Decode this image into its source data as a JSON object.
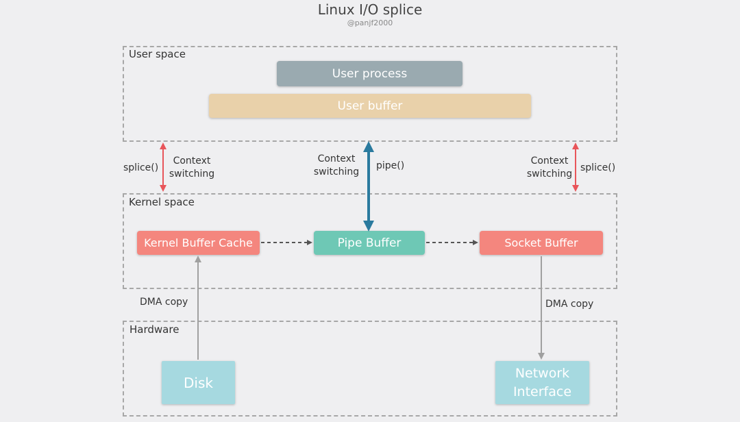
{
  "title": "Linux I/O splice",
  "subtitle": "@panjf2000",
  "regions": {
    "user": "User space",
    "kernel": "Kernel space",
    "hardware": "Hardware"
  },
  "boxes": {
    "user_process": "User process",
    "user_buffer": "User buffer",
    "kernel_buffer_cache": "Kernel Buffer Cache",
    "pipe_buffer": "Pipe Buffer",
    "socket_buffer": "Socket Buffer",
    "disk": "Disk",
    "network_interface_line1": "Network",
    "network_interface_line2": "Interface"
  },
  "labels": {
    "left_splice": "splice()",
    "left_context_1": "Context",
    "left_context_2": "switching",
    "mid_context_1": "Context",
    "mid_context_2": "switching",
    "pipe_call": "pipe()",
    "right_context_1": "Context",
    "right_context_2": "switching",
    "right_splice": "splice()",
    "dma_left": "DMA copy",
    "dma_right": "DMA copy"
  },
  "colors": {
    "user_process": "#9aaab0",
    "user_buffer": "#e9d1aa",
    "kernel_box": "#f4867e",
    "pipe_buffer": "#6ec8b5",
    "hardware_box": "#a6d9e0",
    "red_arrow": "#e8555a",
    "blue_arrow": "#2a7a9e",
    "gray_arrow": "#a0a0a0",
    "dashed_arrow": "#555555"
  }
}
